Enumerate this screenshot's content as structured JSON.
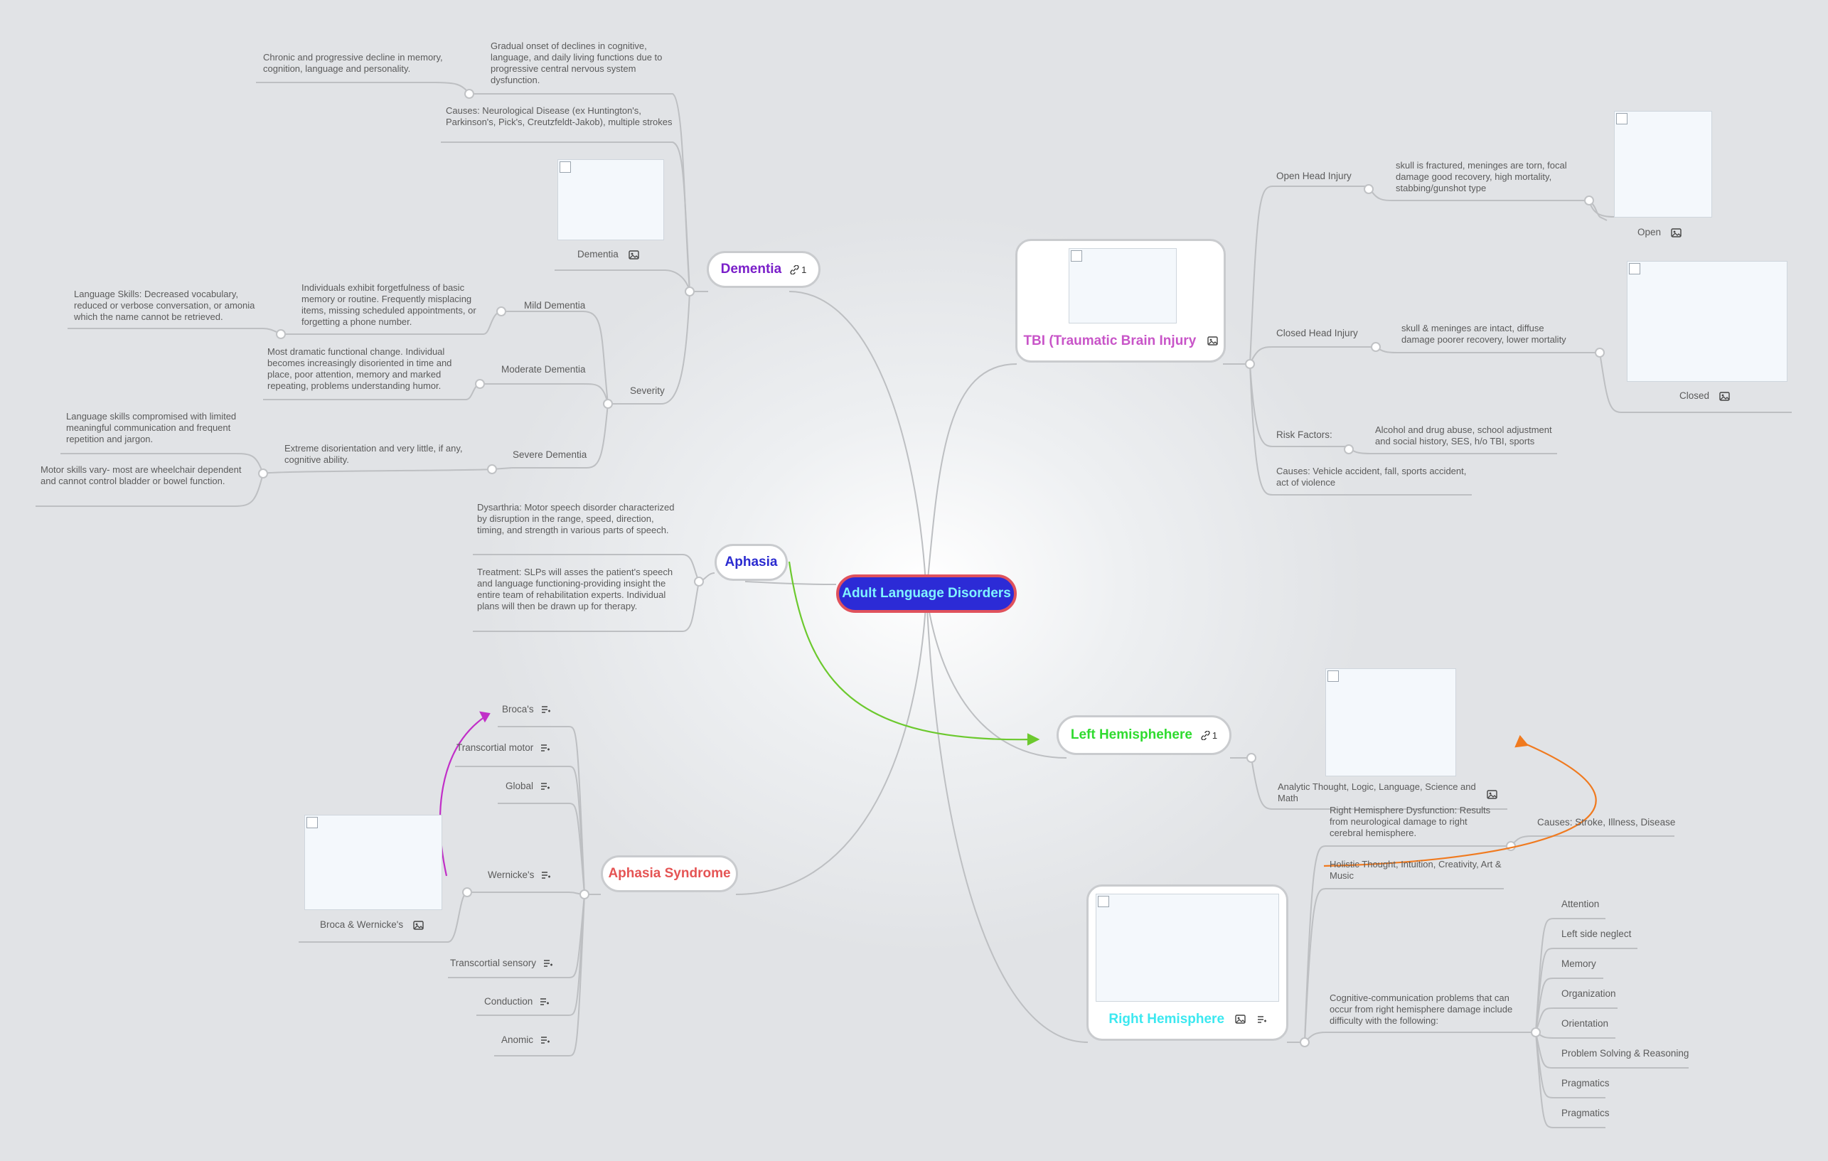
{
  "center": {
    "label": "Adult Language Disorders"
  },
  "colors": {
    "center_bg": "#2c2bd6",
    "center_border": "#e0525d",
    "center_text": "#7ff3ff",
    "dementia": "#7a1fc9",
    "tbi": "#c855c8",
    "aphasia": "#2b2bd0",
    "left": "#2fdb2f",
    "syndrome": "#e55454",
    "right": "#3ce8f0",
    "line": "#bdbfc2",
    "arrow_green": "#6cc92e",
    "arrow_orange": "#f07a1f",
    "arrow_magenta": "#c12fc8"
  },
  "dementia": {
    "label": "Dementia",
    "link_count": "1",
    "definition": "Gradual onset of declines in cognitive, language, and daily living functions due to progressive central nervous system dysfunction.",
    "chronic": "Chronic and progressive decline in memory, cognition, language and personality.",
    "causes": "Causes: Neurological Disease (ex Huntington's, Parkinson's, Pick's, Creutzfeldt-Jakob), multiple strokes",
    "image_caption": "Dementia",
    "severity": "Severity",
    "mild": "Mild Dementia",
    "mild_desc": "Individuals exhibit forgetfulness of basic memory or routine. Frequently misplacing items, missing scheduled appointments, or forgetting a phone number.",
    "mild_lang": "Language Skills: Decreased vocabulary, reduced or verbose conversation, or amonia which the name cannot be retrieved.",
    "moderate": "Moderate Dementia",
    "moderate_desc": "Most dramatic functional change. Individual becomes increasingly disoriented in time and place, poor attention, memory and marked repeating, problems understanding humor.",
    "severe": "Severe Dementia",
    "severe_desc": "Extreme disorientation and very little, if any, cognitive ability.",
    "severe_lang": "Language skills compromised with limited meaningful communication and frequent repetition and jargon.",
    "severe_motor": "Motor skills vary- most are wheelchair dependent and cannot control bladder or bowel function."
  },
  "aphasia": {
    "label": "Aphasia",
    "dysarthria": "Dysarthria: Motor speech disorder characterized by disruption in the range, speed, direction, timing, and strength in various parts of speech.",
    "treatment": "Treatment: SLPs will asses the patient's speech and language functioning-providing insight the entire team of rehabilitation experts. Individual plans will then be drawn up for therapy."
  },
  "syndrome": {
    "label": "Aphasia Syndrome",
    "items": [
      "Broca's",
      "Transcortial motor",
      "Global",
      "Wernicke's",
      "Transcortial sensory",
      "Conduction",
      "Anomic"
    ],
    "image_caption": "Broca & Wernicke's"
  },
  "tbi": {
    "label": "TBI (Traumatic Brain Injury",
    "open": "Open Head Injury",
    "open_desc": "skull is fractured, meninges are torn, focal damage good recovery, high mortality, stabbing/gunshot type",
    "open_caption": "Open",
    "closed": "Closed Head Injury",
    "closed_desc": "skull & meninges are intact, diffuse damage poorer recovery, lower mortality",
    "closed_caption": "Closed",
    "risk": "Risk Factors:",
    "risk_desc": "Alcohol and drug abuse, school adjustment and social history, SES, h/o TBI, sports",
    "causes": "Causes: Vehicle accident, fall, sports accident, act of violence"
  },
  "left": {
    "label": "Left Hemisphehere",
    "link_count": "1",
    "analytic": "Analytic Thought,  Logic, Language, Science and Math"
  },
  "right": {
    "label": "Right Hemisphere",
    "dysfunction": "Right Hemisphere Dysfunction: Results from neurological damage to right cerebral hemisphere.",
    "causes": "Causes: Stroke, Illness, Disease",
    "holistic": "Holistic Thought, Intuition, Creativity, Art & Music",
    "cognitive": "Cognitive-communication problems that can occur from right hemisphere damage include difficulty with the following:",
    "items": [
      "Attention",
      "Left side neglect",
      "Memory",
      "Organization",
      "Orientation",
      "Problem Solving & Reasoning",
      "Pragmatics",
      "Pragmatics"
    ]
  }
}
